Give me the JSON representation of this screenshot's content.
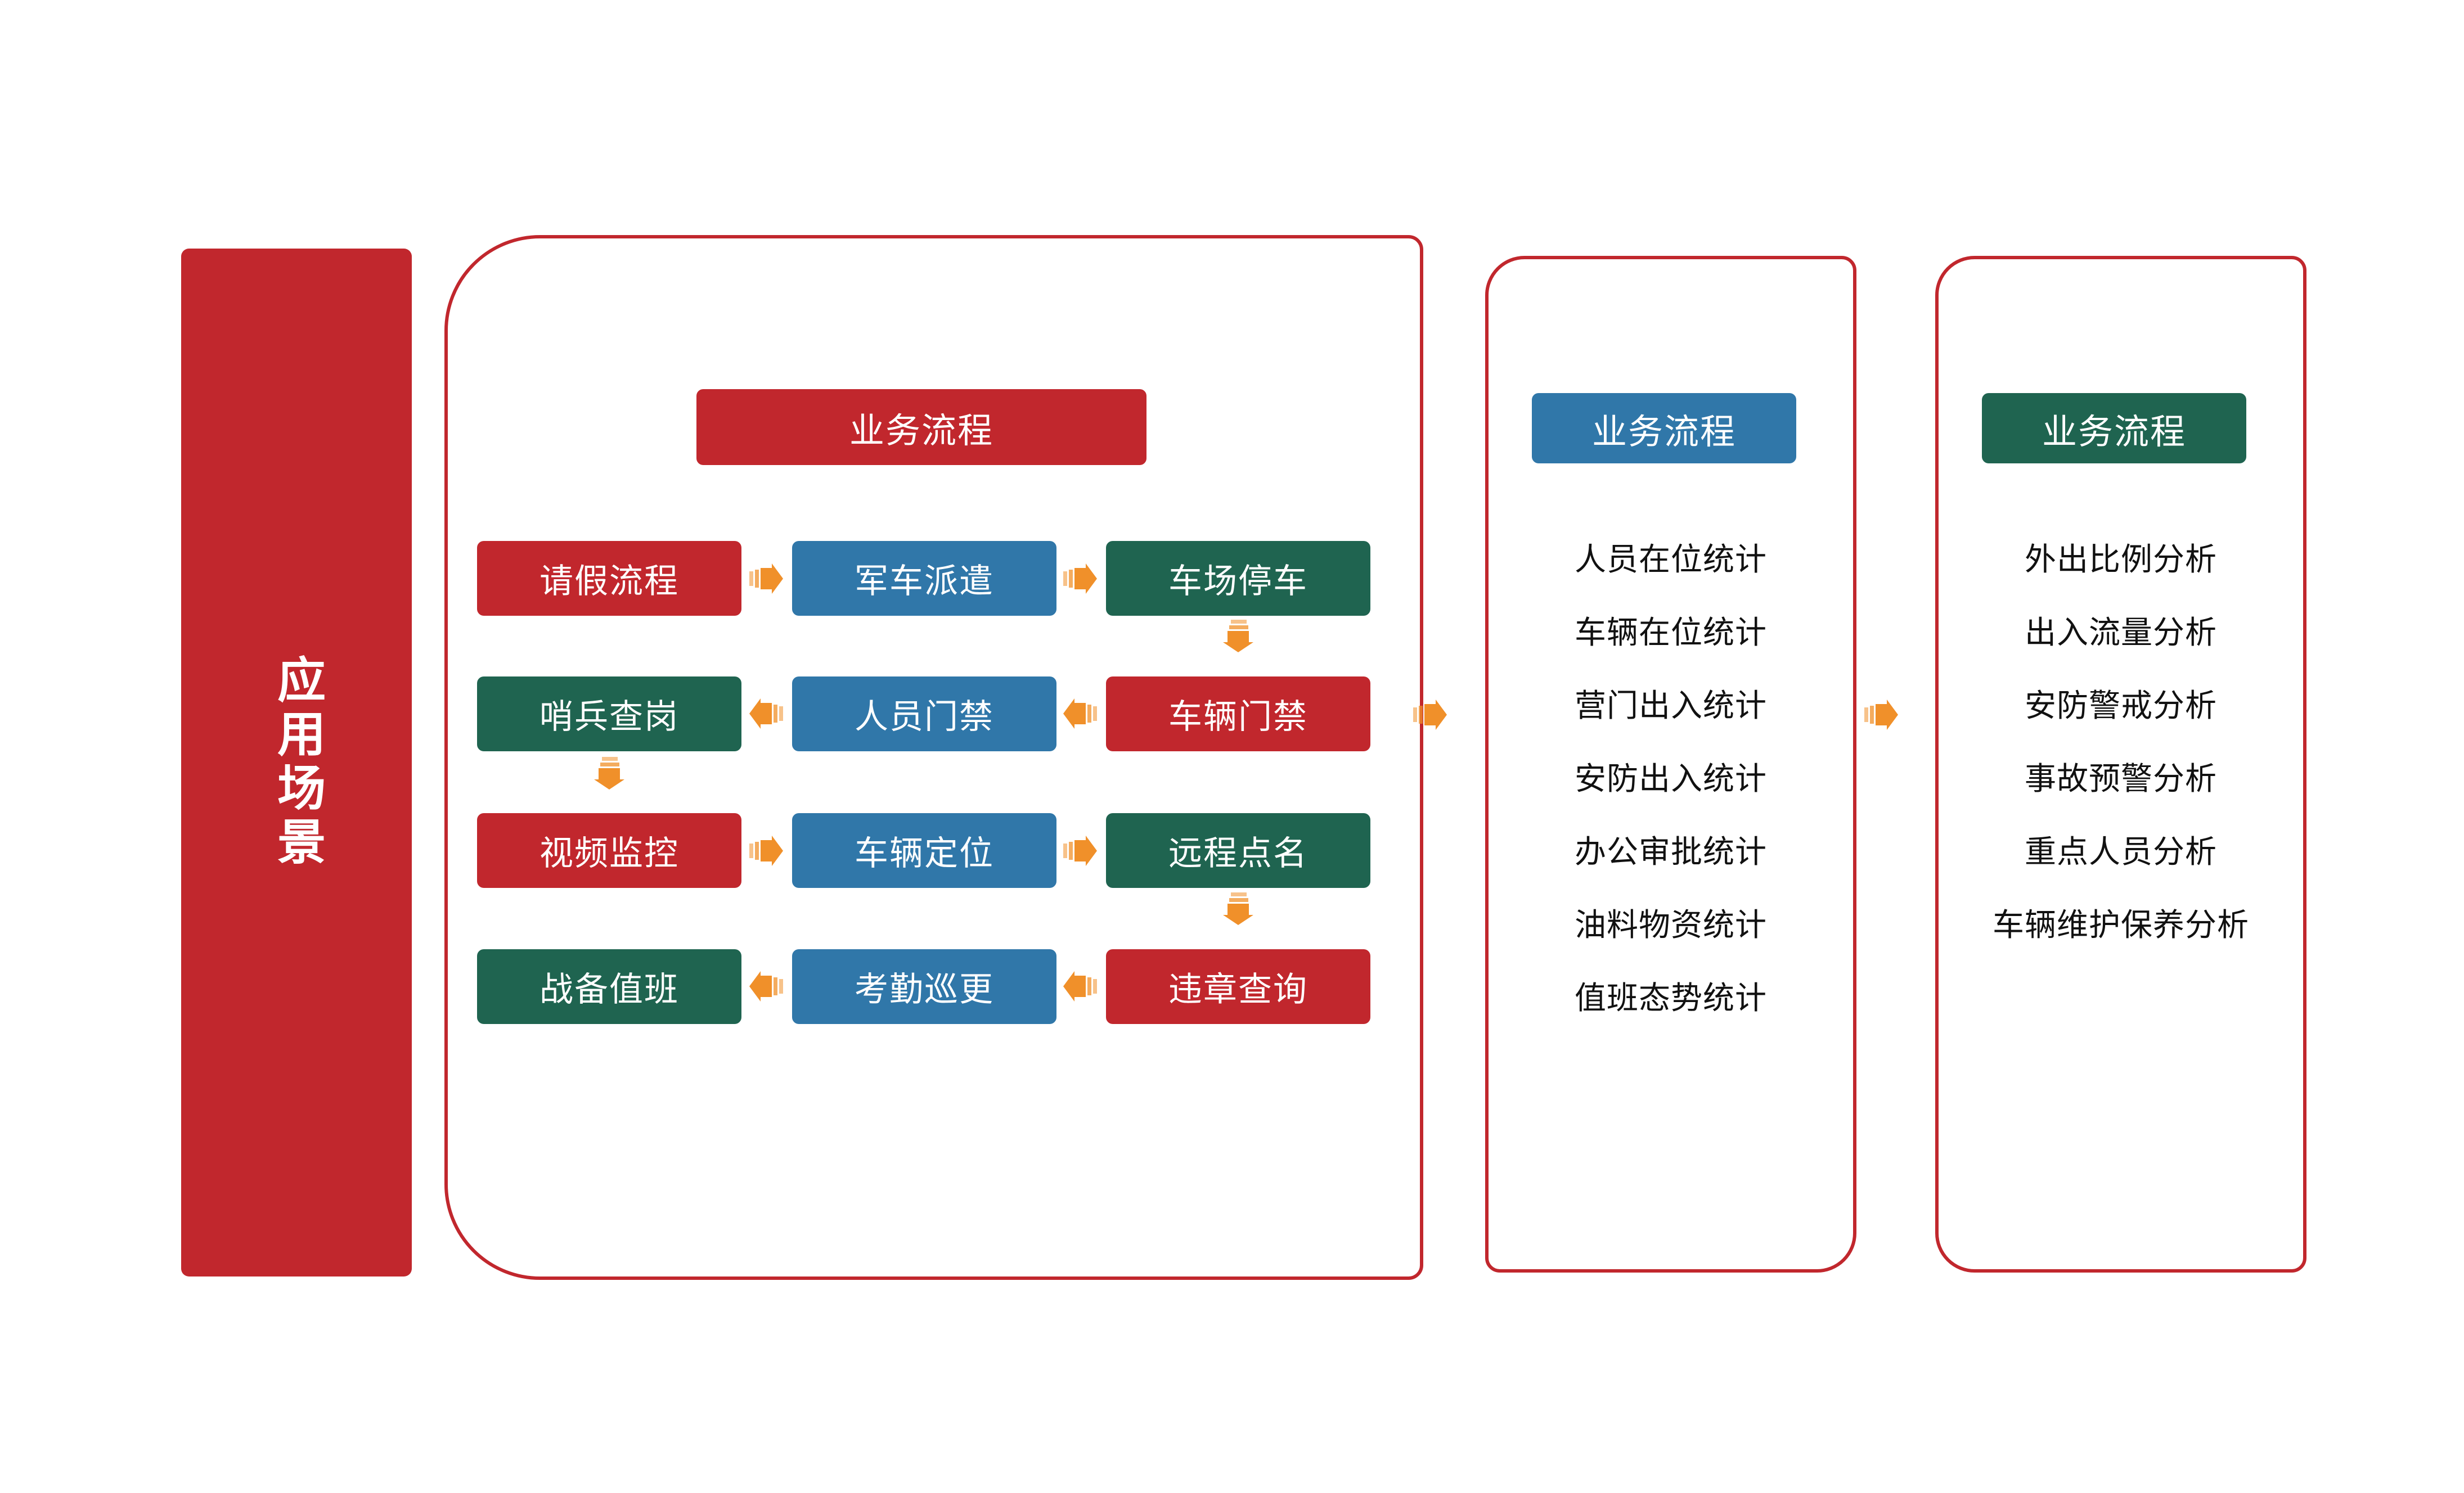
{
  "colors": {
    "red": "#c1272d",
    "blue": "#3077a9",
    "green": "#1f6450",
    "arrow_orange": "#f0902a",
    "text_dark": "#111111",
    "white": "#ffffff"
  },
  "side_banner": {
    "label": "应用场景"
  },
  "flow_panel": {
    "title": "业务流程",
    "rows": [
      [
        {
          "label": "请假流程",
          "color": "red"
        },
        {
          "label": "军车派遣",
          "color": "blue"
        },
        {
          "label": "车场停车",
          "color": "green"
        }
      ],
      [
        {
          "label": "哨兵查岗",
          "color": "green"
        },
        {
          "label": "人员门禁",
          "color": "blue"
        },
        {
          "label": "车辆门禁",
          "color": "red"
        }
      ],
      [
        {
          "label": "视频监控",
          "color": "red"
        },
        {
          "label": "车辆定位",
          "color": "blue"
        },
        {
          "label": "远程点名",
          "color": "green"
        }
      ],
      [
        {
          "label": "战备值班",
          "color": "green"
        },
        {
          "label": "考勤巡更",
          "color": "blue"
        },
        {
          "label": "违章查询",
          "color": "red"
        }
      ]
    ],
    "arrow_directions": {
      "row1": "right",
      "row2": "left",
      "row3": "right",
      "row4": "left",
      "col3_row1_to_row2": "down",
      "col1_row2_to_row3": "down",
      "col3_row3_to_row4": "down"
    }
  },
  "stats_panel": {
    "title": "业务流程",
    "items": [
      "人员在位统计",
      "车辆在位统计",
      "营门出入统计",
      "安防出入统计",
      "办公审批统计",
      "油料物资统计",
      "值班态势统计"
    ]
  },
  "analysis_panel": {
    "title": "业务流程",
    "items": [
      "外出比例分析",
      "出入流量分析",
      "安防警戒分析",
      "事故预警分析",
      "重点人员分析",
      "车辆维护保养分析"
    ]
  },
  "connectors": {
    "flow_to_stats": "right-arrow",
    "stats_to_analysis": "right-arrow"
  }
}
